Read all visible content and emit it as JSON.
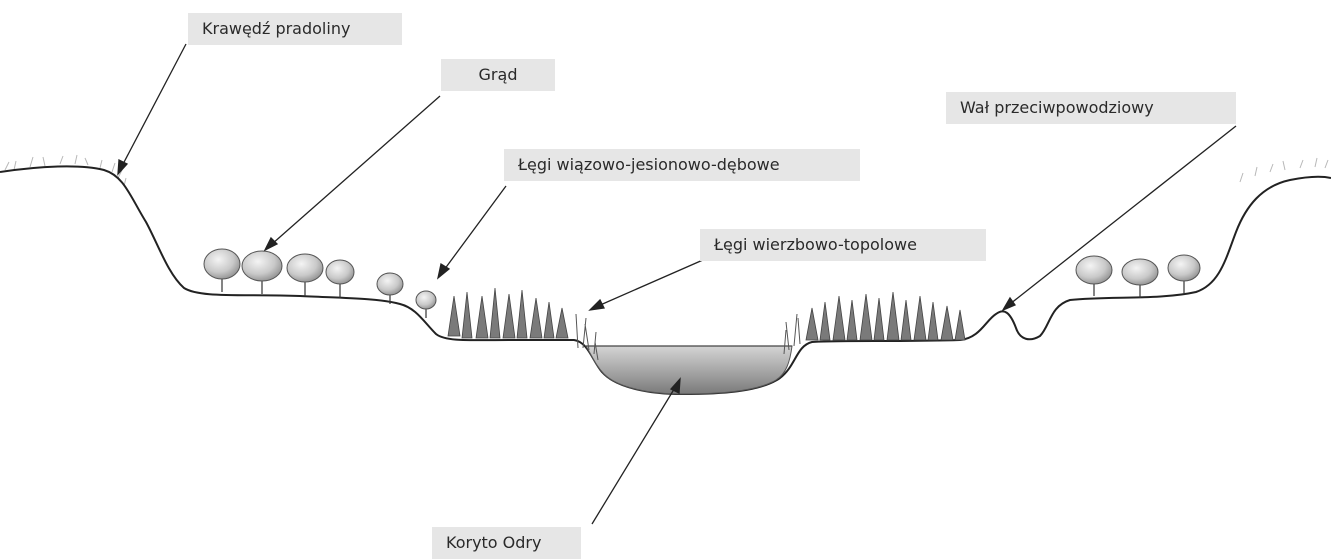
{
  "labels": {
    "krawedz": "Krawędź pradoliny",
    "grad": "Grąd",
    "legi_wjd": "Łęgi wiązowo-jesionowo-dębowe",
    "legi_wt": "Łęgi wierzbowo-topolowe",
    "wal": "Wał przeciwpowodziowy",
    "koryto": "Koryto Odry"
  },
  "colors": {
    "label_background": "#e6e6e6",
    "ground_line": "#222222",
    "water": "#9a9a9a",
    "vegetation": "#6f6f6f"
  }
}
